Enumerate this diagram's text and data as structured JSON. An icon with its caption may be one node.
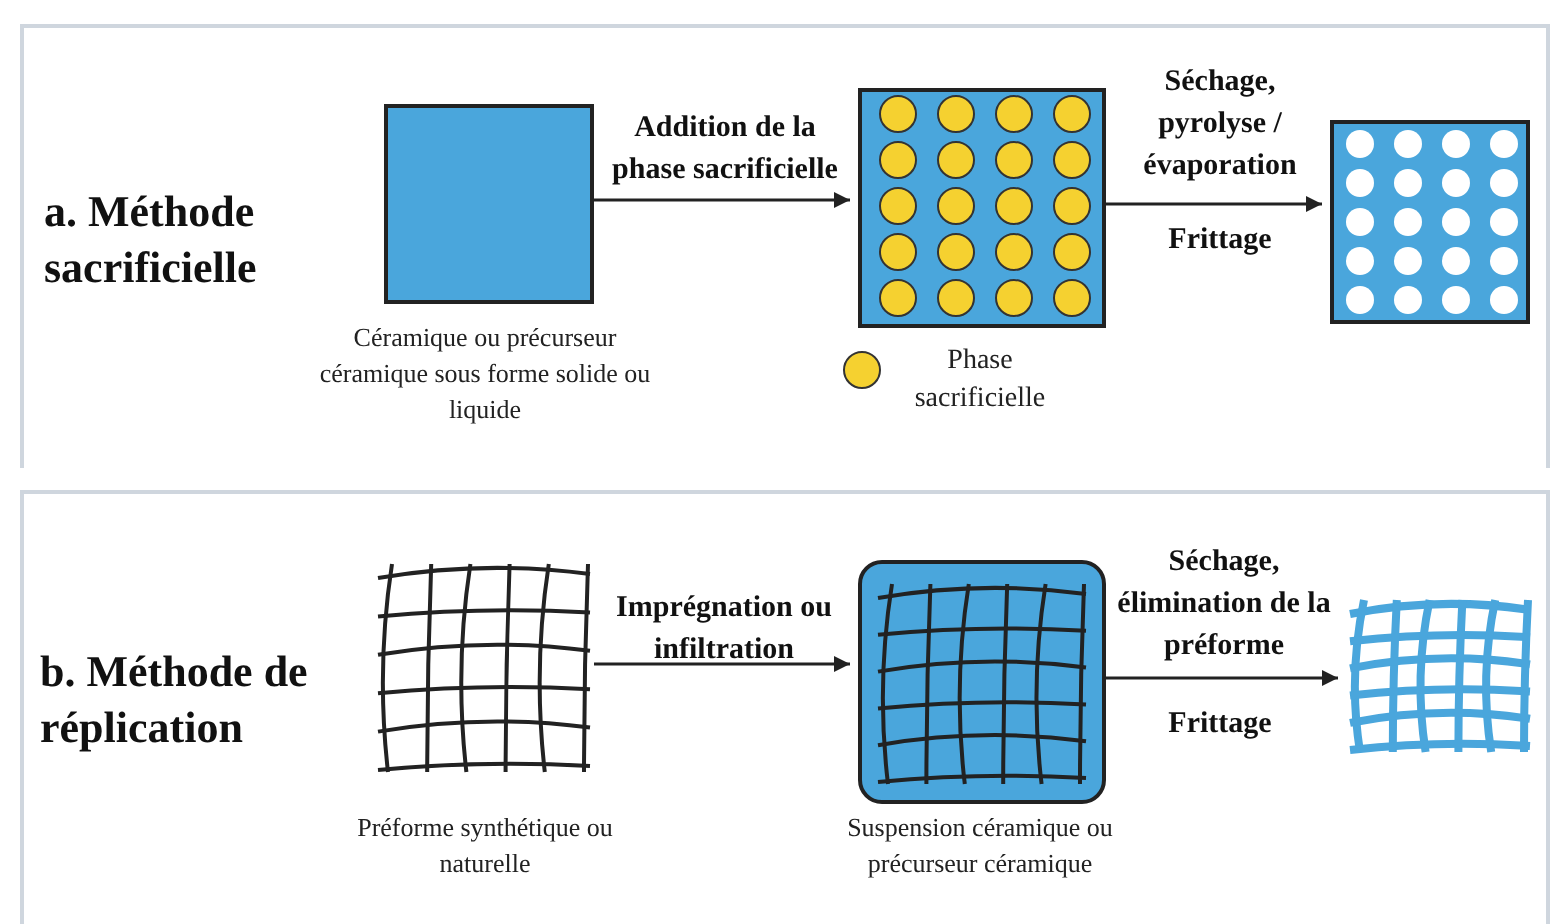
{
  "diagram": {
    "nodes": [
      {
        "text": [
          "a. Méthode sacrificielle"
        ]
      },
      {
        "text": [],
        "shape": "box",
        "in": 0,
        "beside": [
          "Céramique ou précurseur céramique sous forme solide ou liquide"
        ]
      },
      {
        "text": [],
        "shape": "box",
        "in": 0
      },
      {
        "text": [],
        "shape": "box",
        "in": 0
      },
      {
        "text": [
          "b. Méthode de réplication"
        ]
      },
      {
        "text": [],
        "shape": "picture",
        "in": 4,
        "beside": [
          "Préforme synthétique ou naturelle"
        ]
      },
      {
        "text": [],
        "shape": "box",
        "in": 4,
        "beside": [
          "Suspension céramique ou précurseur céramique"
        ]
      },
      {
        "text": [],
        "shape": "picture",
        "in": 4
      }
    ],
    "edges": [
      {
        "from": 1,
        "to": 2,
        "arrow": "to",
        "label": "Addition de la phase sacrificielle"
      },
      {
        "from": 2,
        "to": 3,
        "arrow": "to",
        "label": "Séchage, pyrolyse / évaporation"
      },
      {
        "from": 5,
        "to": 6,
        "arrow": "to",
        "label": "Imprégnation ou infiltration"
      },
      {
        "from": 6,
        "to": 7,
        "arrow": "to",
        "label": "Séchage, élimination de la préforme"
      }
    ],
    "labels": [
      "Frittage",
      "Frittage"
    ],
    "legend": [
      {
        "text": "Phase sacrificielle",
        "color": "#f5d130"
      }
    ]
  }
}
